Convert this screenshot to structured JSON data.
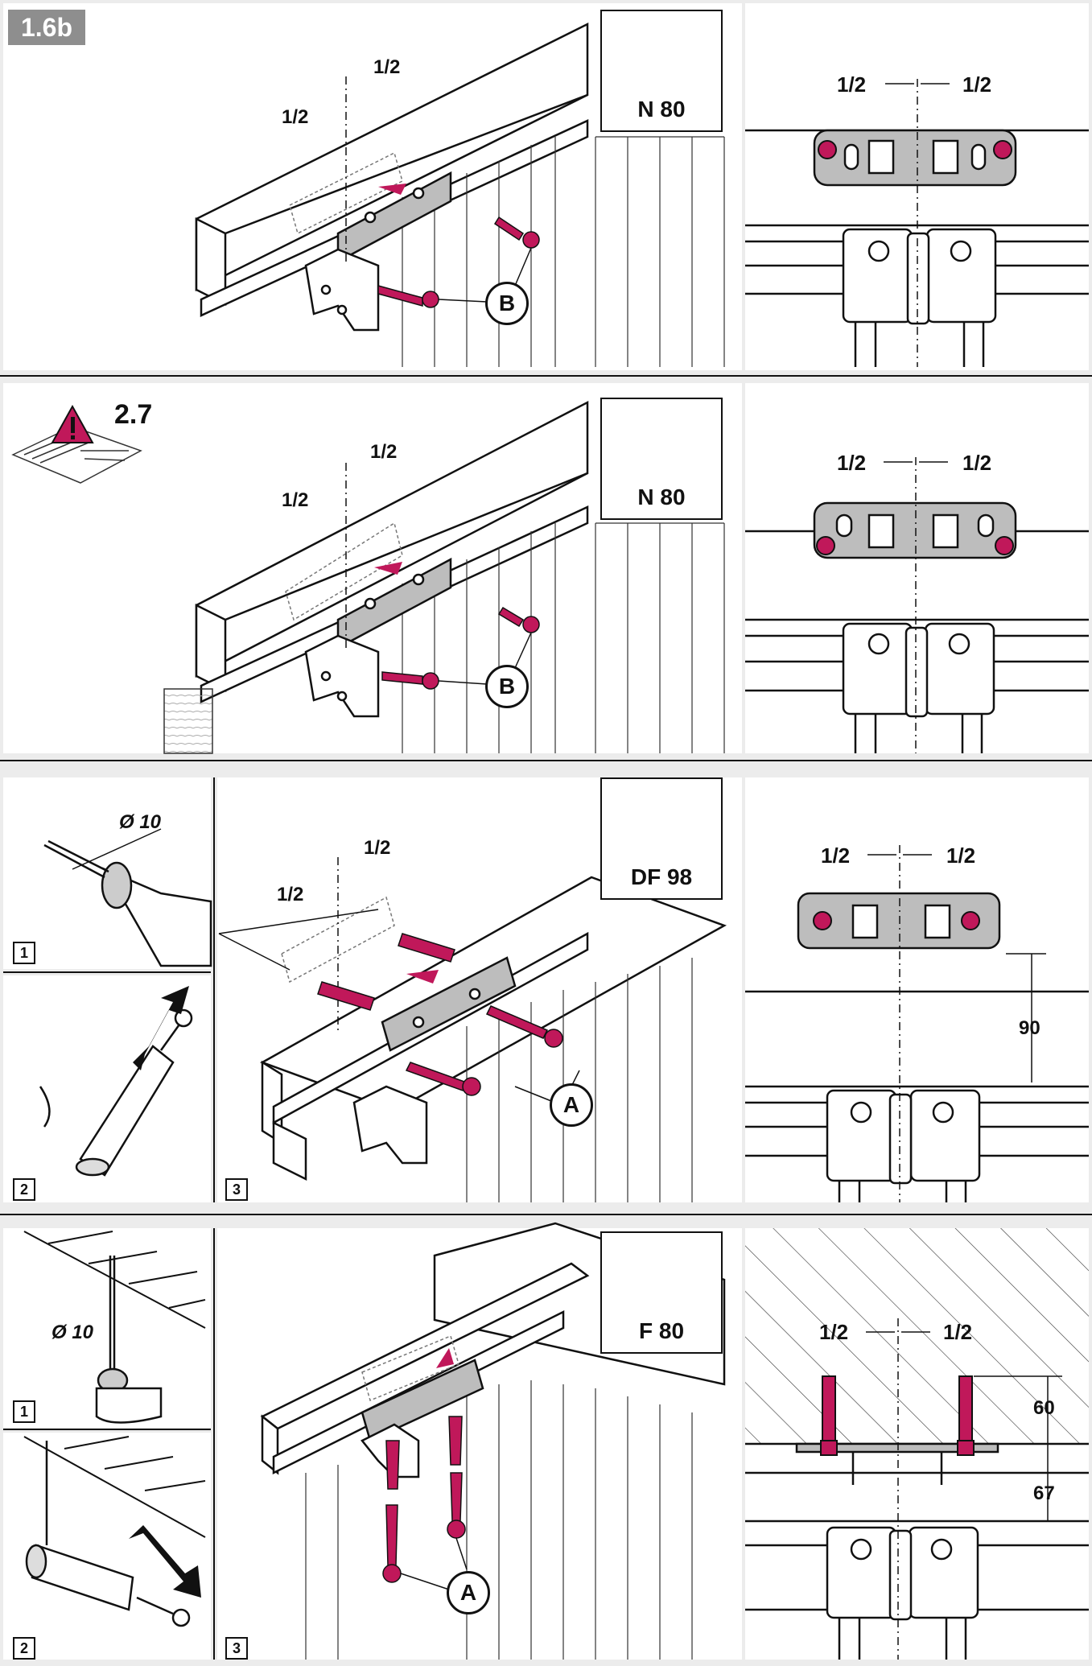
{
  "figure_label": "1.6b",
  "warning": {
    "label": "2.7",
    "icon": "warning-manual-icon"
  },
  "rows": [
    {
      "model": "N 80",
      "half_left": "1/2",
      "half_right": "1/2",
      "callout": "B"
    },
    {
      "model": "N 80",
      "half_left": "1/2",
      "half_right": "1/2",
      "callout": "B"
    },
    {
      "model": "DF 98",
      "half_left": "1/2",
      "half_right": "1/2",
      "callout": "A",
      "drill_diameter": "Ø 10",
      "dimension": "90",
      "steps": [
        "1",
        "2",
        "3"
      ]
    },
    {
      "model": "F 80",
      "half_left": "1/2",
      "half_right": "1/2",
      "callout": "A",
      "drill_diameter": "Ø 10",
      "dimensions": [
        "60",
        "67"
      ],
      "steps": [
        "1",
        "2",
        "3"
      ]
    }
  ],
  "colors": {
    "screw": "#c0185a",
    "plate": "#bdbdbd",
    "badge": "#8e8e8e",
    "background": "#ececec"
  }
}
